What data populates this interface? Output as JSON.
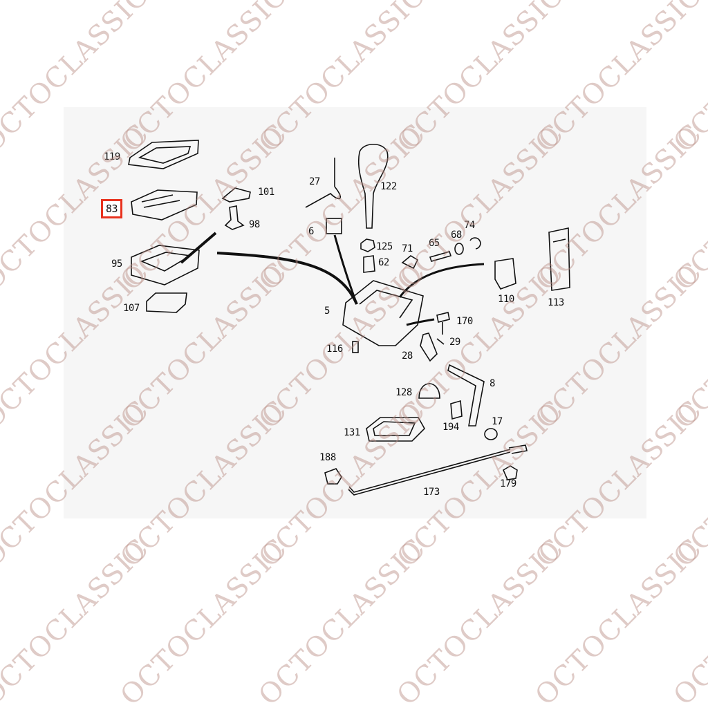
{
  "watermark": "OCTOCLASSIC",
  "highlight_color": "#e8321e",
  "selected_part": "83",
  "parts": {
    "p119": "119",
    "p83": "83",
    "p101": "101",
    "p98": "98",
    "p95": "95",
    "p107": "107",
    "p27": "27",
    "p122": "122",
    "p6": "6",
    "p125": "125",
    "p62": "62",
    "p71": "71",
    "p65": "65",
    "p68": "68",
    "p74": "74",
    "p110": "110",
    "p113": "113",
    "p5": "5",
    "p170": "170",
    "p116": "116",
    "p29": "29",
    "p28": "28",
    "p128": "128",
    "p8": "8",
    "p194": "194",
    "p17": "17",
    "p131": "131",
    "p188": "188",
    "p173": "173",
    "p179": "179"
  }
}
